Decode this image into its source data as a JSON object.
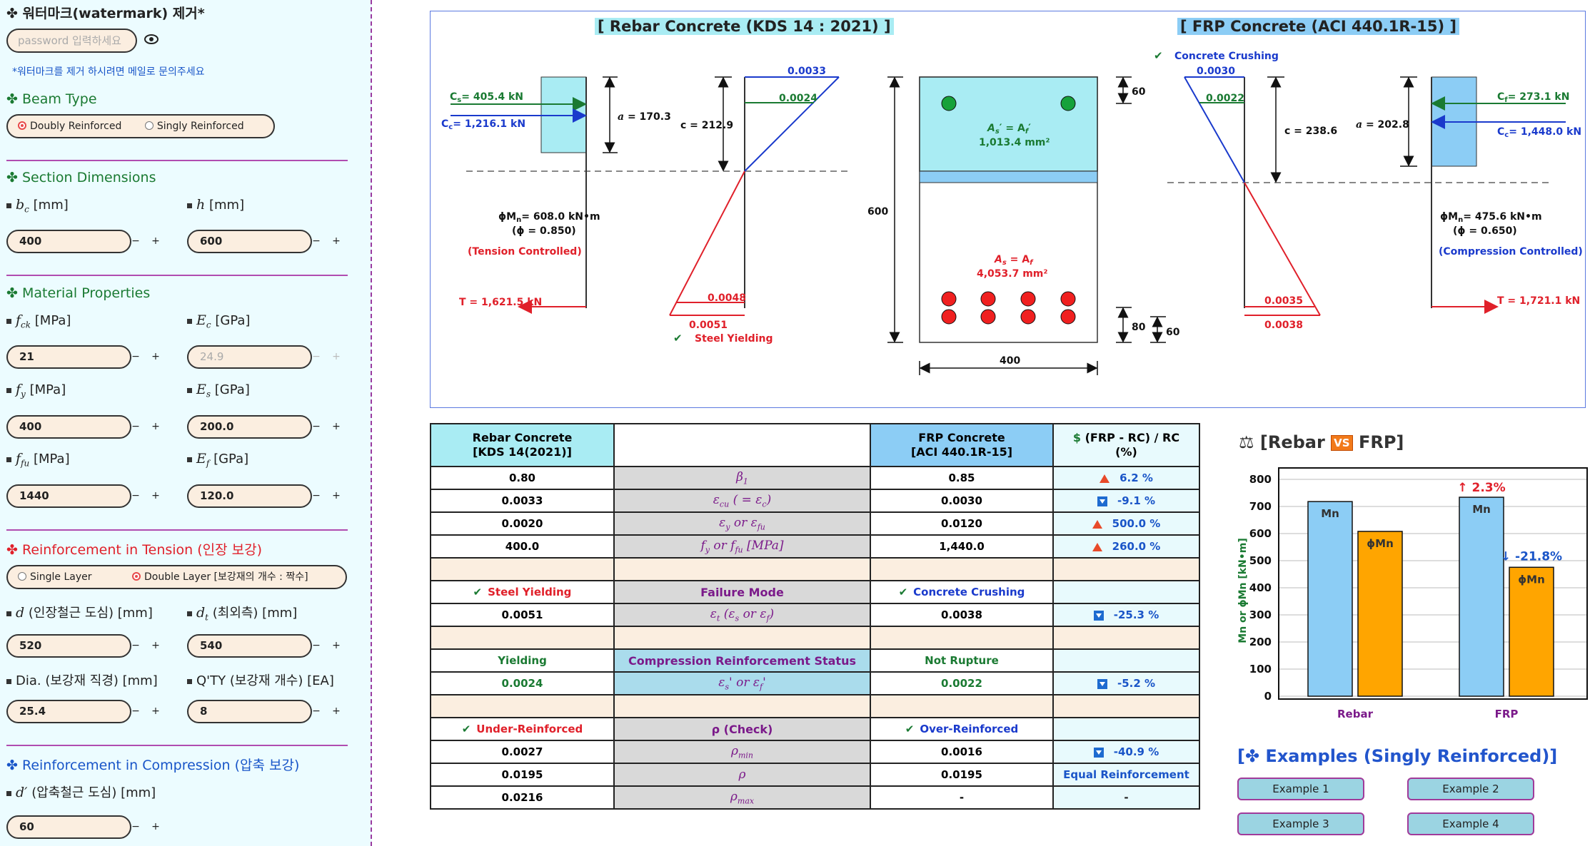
{
  "sidebar": {
    "watermark_title": "워터마크(watermark) 제거*",
    "password_placeholder": "password 입력하세요",
    "watermark_note": "*워터마크를 제거 하시려면 메일로 문의주세요",
    "beam_type": {
      "title": "Beam Type",
      "options": [
        "Doubly Reinforced",
        "Singly Reinforced"
      ],
      "selected": "Doubly Reinforced"
    },
    "section": {
      "title": "Section Dimensions",
      "bc_unit": "[mm]",
      "bc_value": "400",
      "h_label": "h",
      "h_unit": "[mm]",
      "h_value": "600"
    },
    "material": {
      "title": "Material Properties",
      "fck_unit": "[MPa]",
      "fck_value": "21",
      "Ec_unit": "[GPa]",
      "Ec_value": "24.9",
      "fy_unit": "[MPa]",
      "fy_value": "400",
      "Es_unit": "[GPa]",
      "Es_value": "200.0",
      "ffu_unit": "[MPa]",
      "ffu_value": "1440",
      "Ef_unit": "[GPa]",
      "Ef_value": "120.0"
    },
    "tension": {
      "title": "Reinforcement in Tension (인장 보강)",
      "options": [
        "Single Layer",
        "Double Layer [보강재의 개수 : 짝수]"
      ],
      "selected": "Double Layer [보강재의 개수 : 짝수]",
      "d_label": "d",
      "d_desc": "(인장철근 도심) [mm]",
      "d_value": "520",
      "dt_desc": "(최외측) [mm]",
      "dt_value": "540",
      "dia_label": "Dia. (보강재 직경) [mm]",
      "dia_value": "25.4",
      "qty_label": "Q'TY (보강재 개수) [EA]",
      "qty_value": "8"
    },
    "compression": {
      "title": "Reinforcement in Compression (압축 보강)",
      "dp_desc": "(압축철근 도심) [mm]",
      "dp_value": "60"
    }
  },
  "diagram": {
    "rc_title": "[ Rebar Concrete (KDS 14 : 2021) ]",
    "frp_title": "[ FRP Concrete (ACI 440.1R-15) ]",
    "rc": {
      "Cs": "= 405.4 kN",
      "Cc": "= 1,216.1 kN",
      "T": "T = 1,621.5 kN",
      "a": "= 170.3",
      "c": "c = 212.9",
      "eps_top": "0.0033",
      "eps_comp": "0.0024",
      "eps_t1": "0.0048",
      "eps_t2": "0.0051",
      "phiMn": "= 608.0 kN•m",
      "phi": "(ϕ = 0.850)",
      "mode": "(Tension  Controlled)",
      "status": "Steel  Yielding"
    },
    "section": {
      "As_comp": "= A",
      "As_comp_val": "1,013.4 mm²",
      "As_tens": "= A",
      "As_tens_val": "4,053.7 mm²",
      "h": "600",
      "b": "400",
      "top": "60",
      "bot1": "80",
      "bot2": "60"
    },
    "frp": {
      "status": "Concrete  Crushing",
      "eps_top": "0.0030",
      "eps_comp": "0.0022",
      "eps_t1": "0.0035",
      "eps_t2": "0.0038",
      "c": "c = 238.6",
      "a": "= 202.8",
      "Cf": "= 273.1 kN",
      "Cc": "= 1,448.0 kN",
      "T": "T = 1,721.1 kN",
      "phiMn": "= 475.6 kN•m",
      "phi": "(ϕ = 0.650)",
      "mode": "(Compression  Controlled)"
    }
  },
  "table": {
    "headers": [
      "Rebar Concrete\n[KDS 14(2021)]",
      "",
      "FRP Concrete\n[ACI 440.1R-15]",
      "(FRP - RC) / RC\n(%)"
    ],
    "rows": [
      {
        "rc": "0.80",
        "mid": "β1",
        "frp": "0.85",
        "pct": "6.2 %",
        "dir": "up"
      },
      {
        "rc": "0.0033",
        "mid": "εcu ( = εc)",
        "frp": "0.0030",
        "pct": "-9.1 %",
        "dir": "down"
      },
      {
        "rc": "0.0020",
        "mid": "εy  or  εfu",
        "frp": "0.0120",
        "pct": "500.0 %",
        "dir": "up"
      },
      {
        "rc": "400.0",
        "mid": "fy  or  ffu  [MPa]",
        "frp": "1,440.0",
        "pct": "260.0 %",
        "dir": "up"
      },
      {
        "blank": true
      },
      {
        "rc": "Steel  Yielding",
        "mid": "Failure  Mode",
        "frp": "Concrete  Crushing",
        "pct": "",
        "dir": "none"
      },
      {
        "rc": "0.0051",
        "mid": "εt  (εs  or  εf)",
        "frp": "0.0038",
        "pct": "-25.3 %",
        "dir": "down"
      },
      {
        "blank": true
      },
      {
        "rc": "Yielding",
        "mid": "Compression  Reinforcement  Status",
        "frp": "Not  Rupture",
        "pct": "",
        "dir": "none"
      },
      {
        "rc": "0.0024",
        "mid": "εs'  or  εf'",
        "frp": "0.0022",
        "pct": "-5.2 %",
        "dir": "down"
      },
      {
        "blank": true
      },
      {
        "rc": "Under-Reinforced",
        "mid": "ρ  (Check)",
        "frp": "Over-Reinforced",
        "pct": "",
        "dir": "none"
      },
      {
        "rc": "0.0027",
        "mid": "ρmin",
        "frp": "0.0016",
        "pct": "-40.9 %",
        "dir": "down"
      },
      {
        "rc": "0.0195",
        "mid": "ρ",
        "frp": "0.0195",
        "pct": "Equal  Reinforcement",
        "dir": "none"
      },
      {
        "rc": "0.0216",
        "mid": "ρmax",
        "frp": "-",
        "pct": "-",
        "dir": "none"
      }
    ]
  },
  "chart_data": {
    "type": "bar",
    "title": "[Rebar VS FRP]",
    "categories": [
      "Rebar",
      "FRP"
    ],
    "series": [
      {
        "name": "Mn",
        "values": [
          718,
          734
        ],
        "color": "#8ccdf5"
      },
      {
        "name": "ϕMn",
        "values": [
          608.0,
          475.6
        ],
        "color": "#ffa500"
      }
    ],
    "annotations": [
      "↑ 2.3%",
      "↓ -21.8%"
    ],
    "ylabel": "Mn or ϕMn [kN•m]",
    "yticks": [
      0,
      100,
      200,
      300,
      400,
      500,
      600,
      700,
      800
    ],
    "ylim": [
      0,
      880
    ],
    "grid": true
  },
  "examples": {
    "title": "[✤ Examples (Singly Reinforced)]",
    "buttons": [
      "Example 1",
      "Example 2",
      "Example 3",
      "Example 4"
    ]
  },
  "colors": {
    "accent_green": "#1a7a32",
    "accent_red": "#e0202a",
    "accent_blue": "#1a3acc",
    "sidebar_bg": "#ecfcff",
    "input_bg": "#fbeee0"
  }
}
